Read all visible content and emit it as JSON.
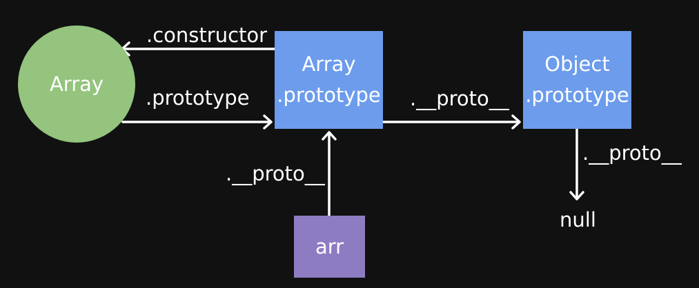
{
  "nodes": {
    "array_constructor": {
      "label": "Array",
      "color": "#94c47d"
    },
    "array_prototype": {
      "line1": "Array",
      "line2": ".prototype",
      "color": "#6c9ceb"
    },
    "object_prototype": {
      "line1": "Object",
      "line2": ".prototype",
      "color": "#6c9ceb"
    },
    "arr": {
      "label": "arr",
      "color": "#8e7cc3"
    },
    "null_value": {
      "label": "null"
    }
  },
  "edges": {
    "constructor": {
      "label": ".constructor"
    },
    "prototype": {
      "label": ".prototype"
    },
    "proto_array_to_object": {
      "label": ".__proto__"
    },
    "proto_arr_to_array": {
      "label": ".__proto__"
    },
    "proto_object_to_null": {
      "label": ".__proto__"
    }
  },
  "colors": {
    "background": "#111111",
    "arrow": "#ffffff",
    "text": "#ffffff"
  }
}
